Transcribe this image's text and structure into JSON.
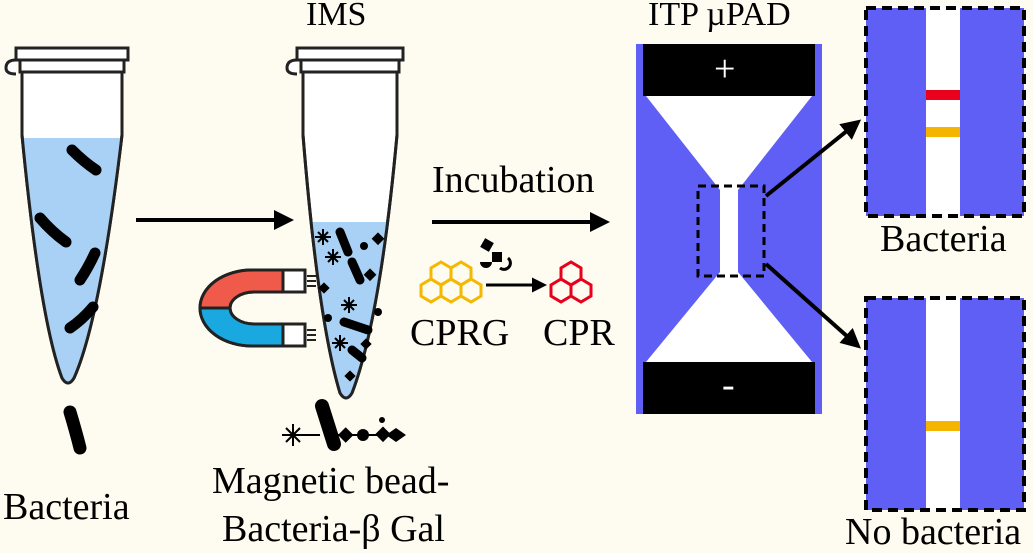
{
  "labels": {
    "ims": "IMS",
    "itp_upad": "ITP µPAD",
    "incubation": "Incubation",
    "bacteria_bottom": "Bacteria",
    "magnetic_line1": "Magnetic bead-",
    "magnetic_line2": "Bacteria-β Gal",
    "cprg": "CPRG",
    "cpr": "CPR",
    "plus": "+",
    "minus": "-",
    "result_bacteria": "Bacteria",
    "result_no_bacteria": "No bacteria"
  },
  "colors": {
    "background": "#fefcf0",
    "liquid": "#a9d1f5",
    "paper_blue": "#5f5ff5",
    "electrode": "#000000",
    "band_red": "#e8001c",
    "band_orange": "#f5b400",
    "magnet_red": "#f05a4a",
    "magnet_blue": "#1aa8e0",
    "cprg_yellow": "#f5b800",
    "cpr_red": "#e8001c"
  }
}
